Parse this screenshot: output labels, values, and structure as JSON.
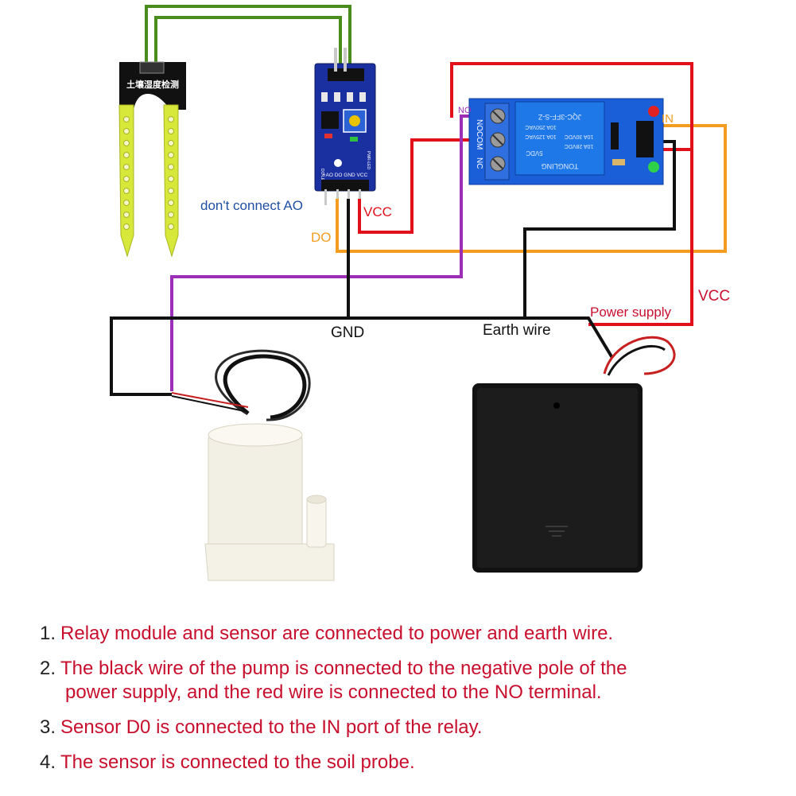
{
  "probe": {
    "label": "土壤湿度检测"
  },
  "sensor_module": {
    "pin_label": "+AO DO GND VCC",
    "pwr_label": "PWR-LED",
    "do_label": "DO-LED"
  },
  "relay_module": {
    "model": "JQC-3FF-S-Z",
    "rating1": "10A 250VAC",
    "rating2": "10A 125VAC",
    "rating3": "10A 30VDC",
    "rating4": "10A 28VDC",
    "coil": "5VDC",
    "brand": "TONGLING",
    "terminal_no": "NO",
    "terminal_com": "COM",
    "terminal_nc": "NC"
  },
  "labels": {
    "no": "NO",
    "in": "IN",
    "dont_connect_ao": "don't connect AO",
    "vcc_sensor": "VCC",
    "do": "DO",
    "gnd": "GND",
    "earth_wire": "Earth wire",
    "power_supply": "Power supply",
    "vcc_supply": "VCC"
  },
  "colors": {
    "red_wire": "#e0111b",
    "orange_wire": "#f39c1f",
    "green_wire": "#4a8c1c",
    "purple_wire": "#9c2fb5",
    "black_wire": "#111111",
    "blue_text": "#1f4fa3",
    "red_text": "#c8102e"
  },
  "notes": [
    {
      "num": "1.",
      "lines": [
        "Relay module and sensor are connected to power and earth wire."
      ]
    },
    {
      "num": "2.",
      "lines": [
        "The black wire of the pump is connected to the negative pole of the",
        "power supply, and the red wire is connected to the NO terminal."
      ]
    },
    {
      "num": "3.",
      "lines": [
        "Sensor D0 is connected to the IN port of the relay."
      ]
    },
    {
      "num": "4.",
      "lines": [
        "The sensor is connected to the soil probe."
      ]
    }
  ]
}
